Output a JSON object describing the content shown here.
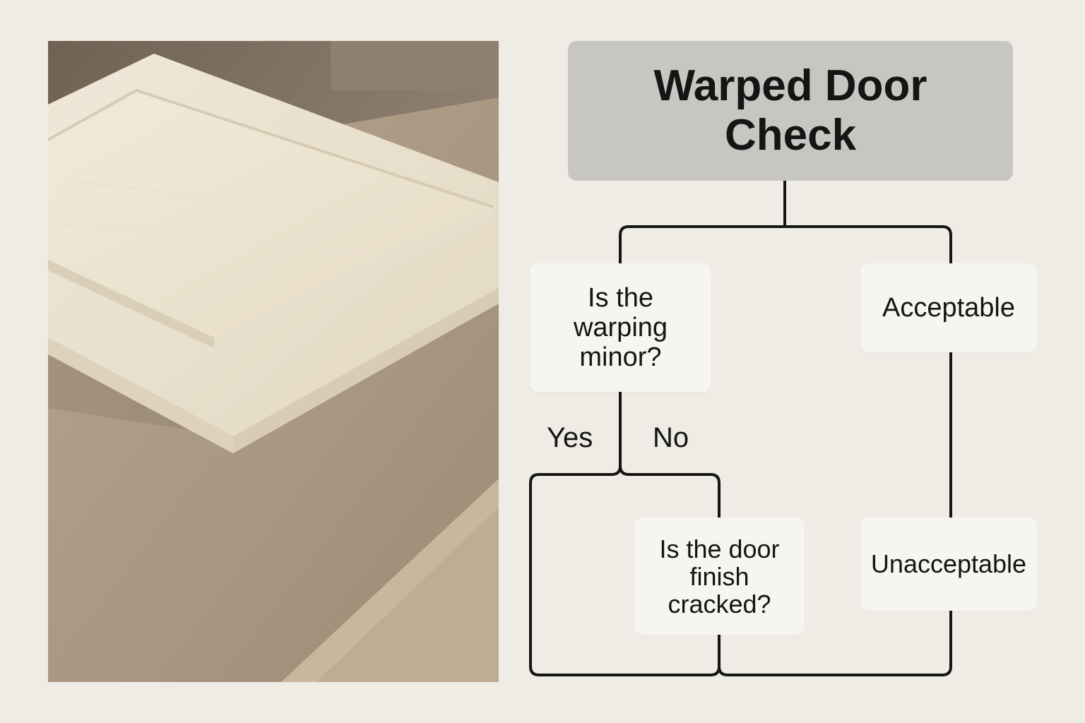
{
  "diagram": {
    "title": "Warped Door\nCheck",
    "nodes": {
      "question_minor": "Is the\nwarping\nminor?",
      "acceptable": "Acceptable",
      "question_finish": "Is the door\nfinish\ncracked?",
      "unacceptable": "Unacceptable"
    },
    "branch_labels": {
      "yes": "Yes",
      "no": "No"
    }
  },
  "colors": {
    "background": "#efece6",
    "title_box": "#c8c6c1",
    "node_box": "#f7f5f0",
    "line": "#151515"
  }
}
